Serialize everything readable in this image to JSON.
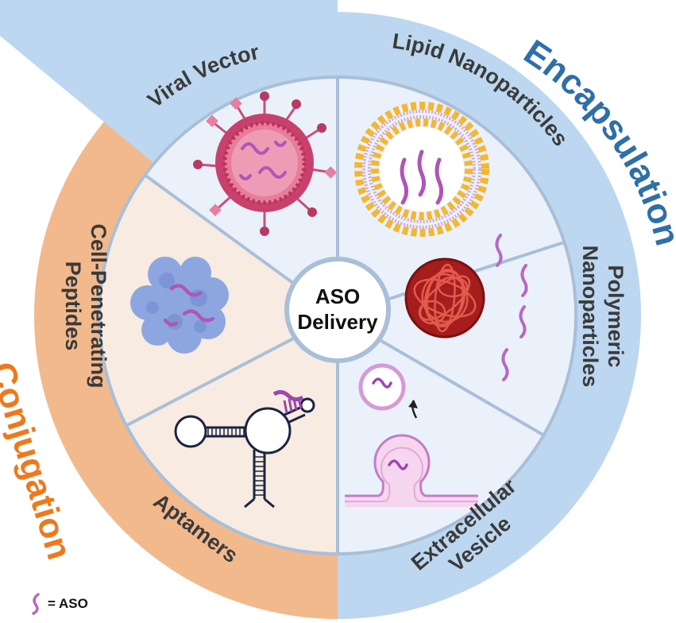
{
  "center": {
    "line1": "ASO",
    "line2": "Delivery"
  },
  "segments": {
    "viral_vector": "Viral Vector",
    "lipid_nanoparticles": "Lipid Nanoparticles",
    "polymeric_line1": "Polymeric",
    "polymeric_line2": "Nanoparticles",
    "extracellular_line1": "Extracellular",
    "extracellular_line2": "Vesicle",
    "aptamers": "Aptamers",
    "cpp_line1": "Cell-Penetrating",
    "cpp_line2": "Peptides"
  },
  "groups": {
    "encapsulation": "Encapsulation",
    "conjugation": "Conjugation"
  },
  "legend": {
    "text": "= ASO",
    "icon": "aso-strand-icon"
  },
  "colors": {
    "encapsulation_ring": "#bcd7ef",
    "encapsulation_text": "#2e6fa9",
    "conjugation_ring": "#f2b98d",
    "conjugation_text": "#ec7a1c",
    "encapsulation_wedge": "#eaf1fa",
    "conjugation_wedge": "#f7ebe2",
    "aso_strand": "#b56abf"
  }
}
